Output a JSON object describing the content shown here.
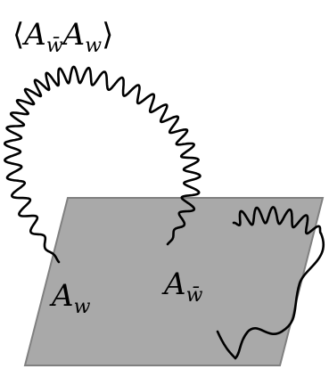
{
  "title": {
    "open": "⟨",
    "a1": "A",
    "a1_sub": "w̄",
    "a2": "A",
    "a2_sub": "w",
    "close": "⟩"
  },
  "labels": {
    "a_w": "A",
    "a_w_sub": "w",
    "a_wbar": "A",
    "a_wbar_sub": "w̄"
  },
  "colors": {
    "plane_fill": "#a9a9a9",
    "plane_stroke": "#808080",
    "line": "#000000"
  }
}
